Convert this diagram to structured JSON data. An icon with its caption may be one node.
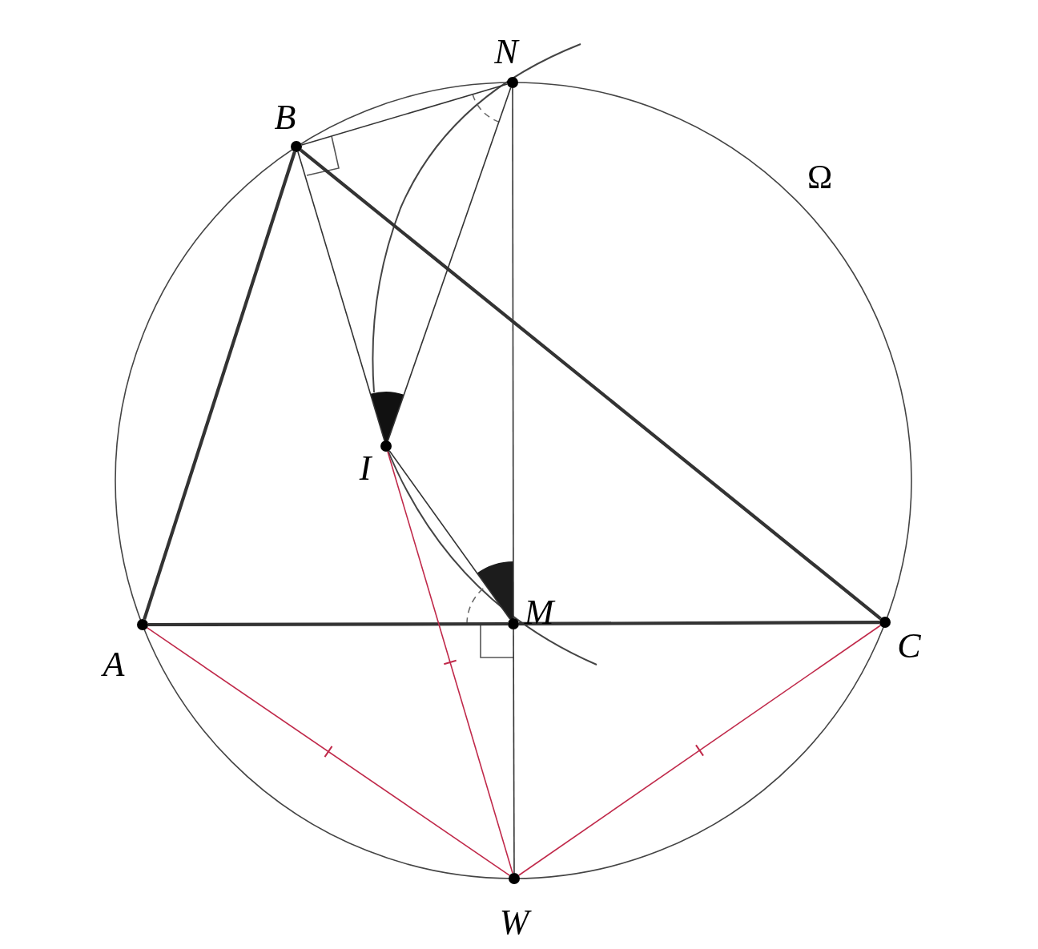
{
  "diagram": {
    "nodes": [
      {
        "text": [],
        "shape": "circle",
        "beside": [
          "A"
        ]
      },
      {
        "text": [],
        "shape": "circle",
        "beside": [
          "B"
        ]
      },
      {
        "text": [],
        "shape": "circle",
        "beside": [
          "N"
        ]
      },
      {
        "text": [],
        "shape": "circle",
        "beside": [
          "I"
        ]
      },
      {
        "text": [],
        "shape": "circle",
        "beside": [
          "M"
        ]
      },
      {
        "text": [],
        "shape": "circle",
        "beside": [
          "C"
        ]
      },
      {
        "text": [],
        "shape": "circle",
        "beside": [
          "W"
        ]
      }
    ],
    "edges": [
      {
        "from": 0,
        "to": 1,
        "arrow": "none",
        "style": "thick"
      },
      {
        "from": 1,
        "to": 5,
        "arrow": "none",
        "style": "thick"
      },
      {
        "from": 0,
        "to": 4,
        "arrow": "none",
        "style": "thick"
      },
      {
        "from": 4,
        "to": 5,
        "arrow": "none",
        "style": "thick"
      },
      {
        "from": 1,
        "to": 2,
        "arrow": "none"
      },
      {
        "from": 1,
        "to": 3,
        "arrow": "none"
      },
      {
        "from": 2,
        "to": 3,
        "arrow": "none"
      },
      {
        "from": 2,
        "to": 4,
        "arrow": "none"
      },
      {
        "from": 4,
        "to": 6,
        "arrow": "none"
      },
      {
        "from": 3,
        "to": 4,
        "arrow": "none"
      },
      {
        "from": 3,
        "to": 6,
        "arrow": "none",
        "color": "#c0294a"
      },
      {
        "from": 0,
        "to": 6,
        "arrow": "none",
        "color": "#c0294a"
      },
      {
        "from": 5,
        "to": 6,
        "arrow": "none",
        "color": "#c0294a"
      }
    ],
    "labels": [
      "Ω"
    ]
  }
}
